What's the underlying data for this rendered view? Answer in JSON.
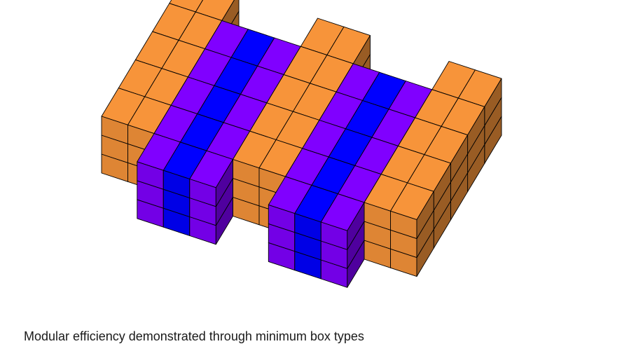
{
  "caption": "Modular efficiency demonstrated through minimum box types",
  "colors": {
    "orange": "#f7943a",
    "violet": "#8000ff",
    "blue": "#0000ff",
    "outline": "#000000",
    "background": "#ffffff"
  },
  "assembly": {
    "levels": 3,
    "depth_cells": 5,
    "row_pattern": [
      "orange",
      "orange",
      "violet",
      "blue",
      "violet",
      "orange",
      "orange",
      "violet",
      "blue",
      "violet",
      "orange",
      "orange"
    ],
    "shifted_rows": [
      "violet",
      "blue"
    ]
  }
}
